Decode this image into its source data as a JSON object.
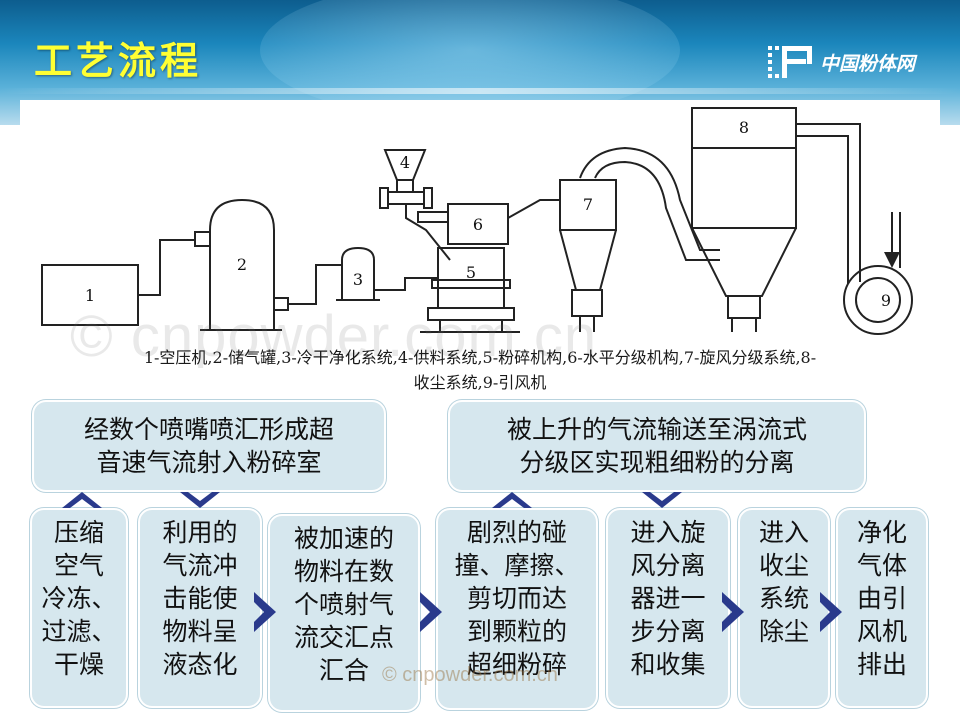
{
  "header": {
    "title": "工艺流程",
    "logo_text": "中国粉体网"
  },
  "diagram": {
    "labels": [
      "1",
      "2",
      "3",
      "4",
      "5",
      "6",
      "7",
      "8",
      "9"
    ],
    "caption_line1": "1-空压机,2-储气罐,3-冷干净化系统,4-供料系统,5-粉碎机构,6-水平分级机构,7-旋风分级系统,8-",
    "caption_line2": "收尘系统,9-引风机"
  },
  "watermark": {
    "text": "© cnpowder.com.cn",
    "small": "© cnpowder.com.cn"
  },
  "top_boxes": [
    {
      "line1": "经数个喷嘴喷汇形成超",
      "line2": "音速气流射入粉碎室"
    },
    {
      "line1": "被上升的气流输送至涡流式",
      "line2": "分级区实现粗细粉的分离"
    }
  ],
  "steps": [
    {
      "lines": [
        "压缩",
        "空气",
        "冷冻、",
        "过滤、",
        "干燥"
      ]
    },
    {
      "lines": [
        "利用的",
        "气流冲",
        "击能使",
        "物料呈",
        "液态化"
      ]
    },
    {
      "lines": [
        "被加速的",
        "物料在数",
        "个喷射气",
        "流交汇点",
        "汇合"
      ]
    },
    {
      "lines": [
        "剧烈的碰",
        "撞、摩擦、",
        "剪切而达",
        "到颗粒的",
        "超细粉碎"
      ]
    },
    {
      "lines": [
        "进入旋",
        "风分离",
        "器进一",
        "步分离",
        "和收集"
      ]
    },
    {
      "lines": [
        "进入",
        "收尘",
        "系统",
        "除尘"
      ]
    },
    {
      "lines": [
        "净化",
        "气体",
        "由引",
        "风机",
        "排出"
      ]
    }
  ],
  "colors": {
    "title": "#ffff33",
    "box_fill": "#d6e7ee",
    "chevron": "#2a3a8c"
  }
}
